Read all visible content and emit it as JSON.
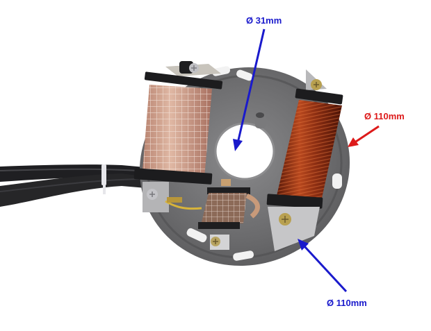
{
  "image": {
    "subject": "Motorcycle ignition stator plate with two coils and wiring harness",
    "background_color": "#ffffff"
  },
  "annotations": [
    {
      "id": "bore",
      "text": "Ø 31mm",
      "color": "#1a1acc",
      "arrow_target": "center-hole"
    },
    {
      "id": "outer-right",
      "text": "Ø 110mm",
      "color": "#dd1a1a",
      "arrow_target": "plate-right-edge"
    },
    {
      "id": "outer-bottom",
      "text": "Ø 110mm",
      "color": "#1a1acc",
      "arrow_target": "plate-bottom-edge"
    }
  ],
  "colors": {
    "plate": "#6e6e70",
    "plate_light": "#9a9a9c",
    "copper_coil": "#9b3a1c",
    "wrapped_coil": "#c9957e",
    "wire": "#1c1c1e",
    "blue_arrow": "#1a1acc",
    "red_arrow": "#dd1a1a"
  }
}
